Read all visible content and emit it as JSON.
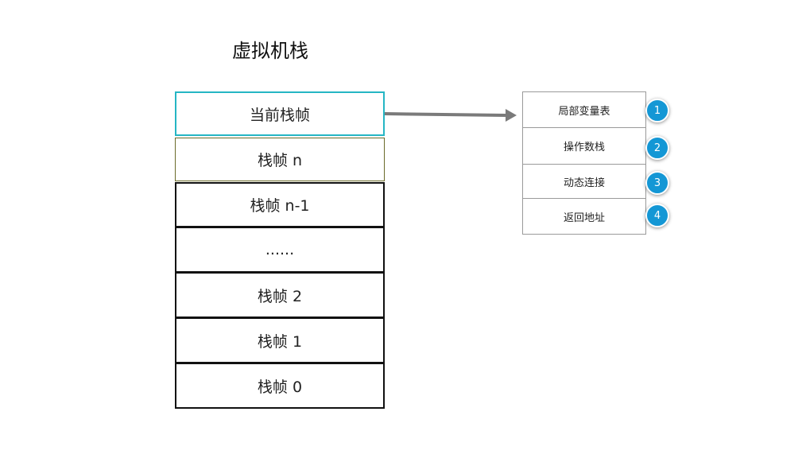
{
  "title": "虚拟机栈",
  "stack_frames": [
    {
      "label": "当前栈帧",
      "kind": "current"
    },
    {
      "label": "栈帧 n",
      "kind": "n"
    },
    {
      "label": "栈帧 n-1",
      "kind": "normal"
    },
    {
      "label": "......",
      "kind": "normal"
    },
    {
      "label": "栈帧 2",
      "kind": "normal"
    },
    {
      "label": "栈帧 1",
      "kind": "normal"
    },
    {
      "label": "栈帧 0",
      "kind": "normal"
    }
  ],
  "frame_details": [
    {
      "label": "局部变量表",
      "badge": "1"
    },
    {
      "label": "操作数栈",
      "badge": "2"
    },
    {
      "label": "动态连接",
      "badge": "3"
    },
    {
      "label": "返回地址",
      "badge": "4"
    }
  ],
  "colors": {
    "current_frame_border": "#25b6c4",
    "badge_fill": "#1497d5",
    "arrow": "#7a7a7a"
  }
}
